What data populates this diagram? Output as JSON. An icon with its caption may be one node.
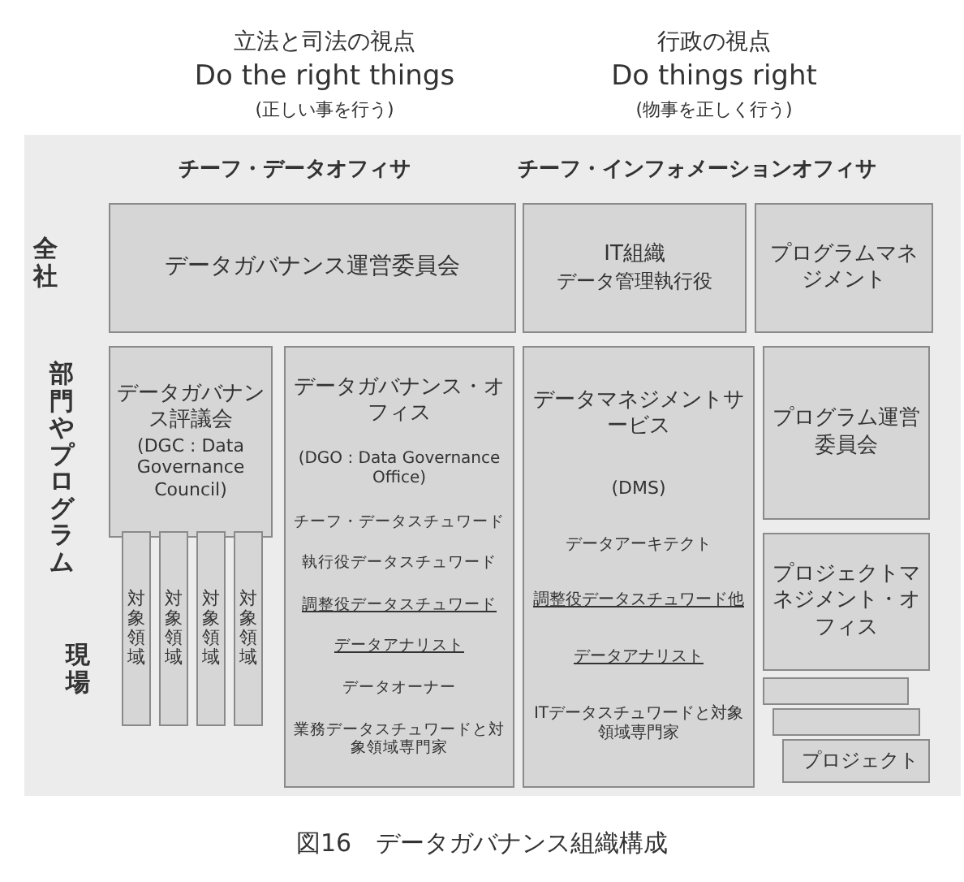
{
  "diagram": {
    "caption": "図16　データガバナンス組織構成",
    "nodes": [
      {
        "text": [
          "チーフ・データオフィサ",
          "チーフ・インフォメーションオフィサ"
        ]
      },
      {
        "text": [
          "データガバナンス運営委員会"
        ],
        "in": 0
      },
      {
        "text": [
          "IT組織",
          "データ管理執行役"
        ],
        "in": 0
      },
      {
        "text": [
          "プログラムマネジメント"
        ],
        "in": 0
      },
      {
        "text": [
          "データガバナンス評議会",
          "(DGC : Data Governance Council)"
        ],
        "in": 0
      },
      {
        "text": [
          "対象領域"
        ],
        "in": 0
      },
      {
        "text": [
          "対象領域"
        ],
        "in": 0
      },
      {
        "text": [
          "対象領域"
        ],
        "in": 0
      },
      {
        "text": [
          "対象領域"
        ],
        "in": 0
      },
      {
        "text": [
          "データガバナンス・オフィス",
          "(DGO : Data Governance Office)",
          "チーフ・データスチュワード",
          "執行役データスチュワード",
          "調整役データスチュワード",
          "データアナリスト",
          "データオーナー",
          "業務データスチュワードと対象領域専門家"
        ],
        "in": 0
      },
      {
        "text": [
          "データマネジメントサービス",
          "(DMS)",
          "データアーキテクト",
          "調整役データスチュワード他",
          "データアナリスト",
          "ITデータスチュワードと対象領域専門家"
        ],
        "in": 0
      },
      {
        "text": [
          "プログラム運営委員会"
        ],
        "in": 0
      },
      {
        "text": [
          "プロジェクトマネジメント・オフィス"
        ],
        "in": 0
      },
      {
        "text": [],
        "shape": "box",
        "in": 0
      },
      {
        "text": [],
        "shape": "box",
        "in": 0
      },
      {
        "text": [
          "プロジェクト"
        ],
        "in": 0
      }
    ],
    "edges": [],
    "labels": [
      "立法と司法の視点",
      "Do the right things",
      "(正しい事を行う)",
      "行政の視点",
      "Do things right",
      "(物事を正しく行う)",
      "全社",
      "部門やプログラム",
      "現場"
    ]
  }
}
